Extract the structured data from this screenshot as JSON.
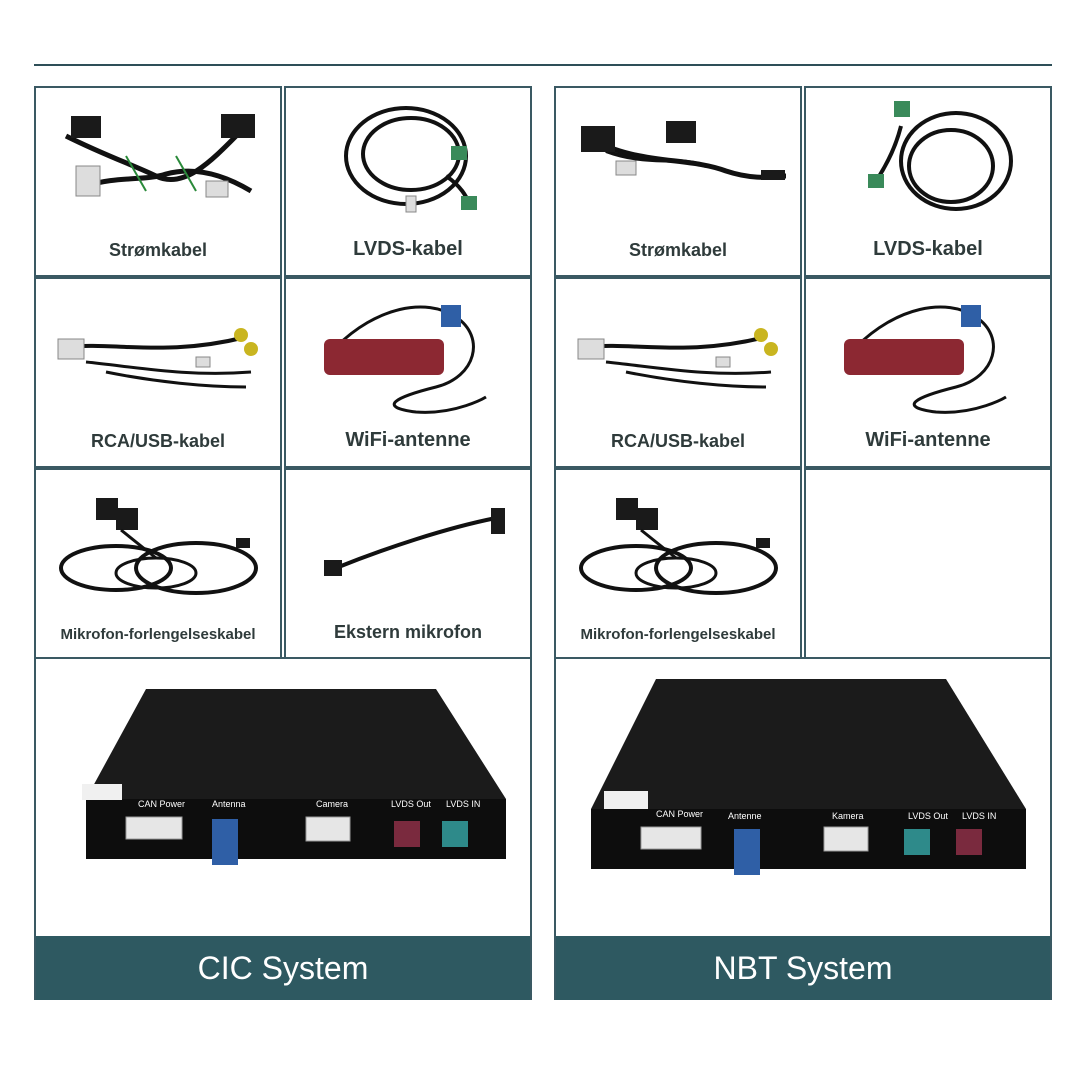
{
  "left_panel": {
    "items": [
      {
        "label": "Strømkabel",
        "icon": "power-harness-icon"
      },
      {
        "label": "LVDS-kabel",
        "icon": "lvds-cable-icon"
      },
      {
        "label": "RCA/USB-kabel",
        "icon": "rca-usb-cable-icon"
      },
      {
        "label": "WiFi-antenne",
        "icon": "wifi-antenna-icon"
      },
      {
        "label": "Mikrofon-forlengelseskabel",
        "icon": "mic-extension-cable-icon"
      },
      {
        "label": "Ekstern mikrofon",
        "icon": "external-mic-icon"
      }
    ],
    "device_ports": [
      "CAN Power",
      "Antenna",
      "Camera",
      "LVDS Out",
      "LVDS IN"
    ],
    "title": "CIC System"
  },
  "right_panel": {
    "items": [
      {
        "label": "Strømkabel",
        "icon": "power-harness-icon"
      },
      {
        "label": "LVDS-kabel",
        "icon": "lvds-cable-icon"
      },
      {
        "label": "RCA/USB-kabel",
        "icon": "rca-usb-cable-icon"
      },
      {
        "label": "WiFi-antenne",
        "icon": "wifi-antenna-icon"
      },
      {
        "label": "Mikrofon-forlengelseskabel",
        "icon": "mic-extension-cable-icon"
      }
    ],
    "device_ports": [
      "CAN Power",
      "Antenne",
      "Kamera",
      "LVDS Out",
      "LVDS IN"
    ],
    "title": "NBT System"
  },
  "colors": {
    "border": "#3a5963",
    "banner": "#2e5961",
    "antenna_blue": "#2f5fa6",
    "lvds_red": "#7a2a3e",
    "lvds_teal": "#2e8a8a",
    "wifi_red": "#8c2832"
  }
}
